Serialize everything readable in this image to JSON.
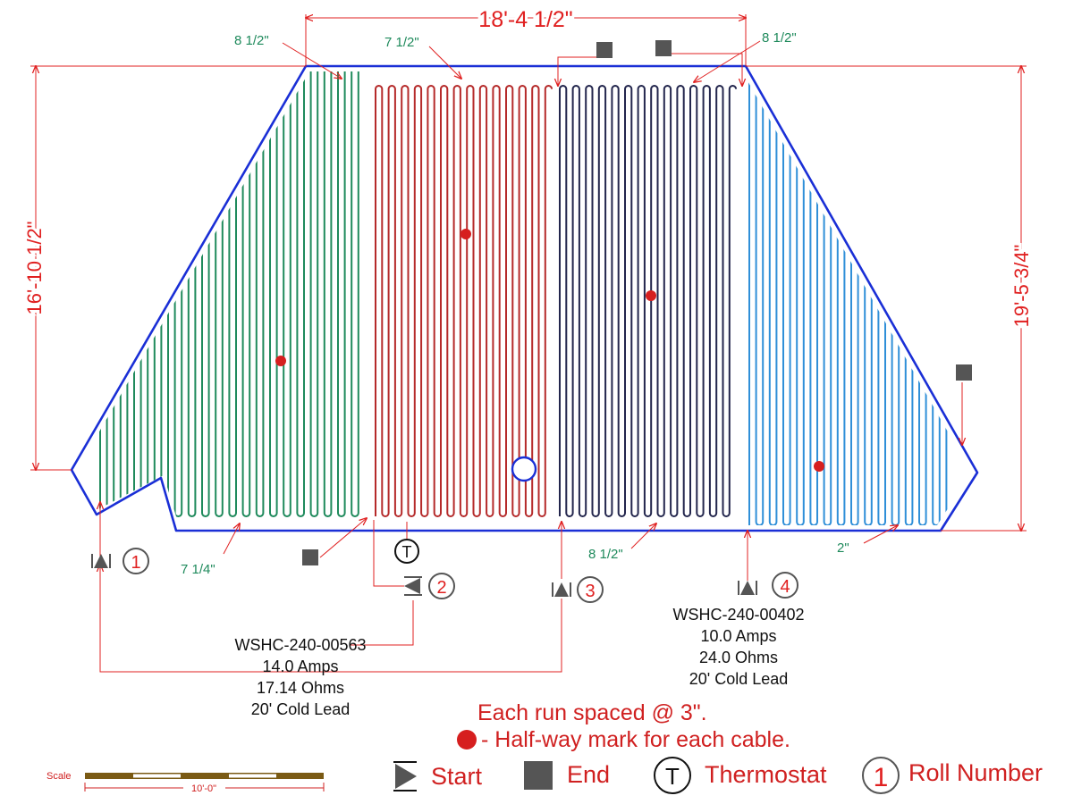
{
  "dimensions": {
    "top_width": "18'-4 1/2\"",
    "left_height": "16'-10 1/2\"",
    "right_height": "19'-5 3/4\""
  },
  "spacing_labels": {
    "top_left": "8 1/2\"",
    "top_middle": "7 1/2\"",
    "top_right": "8 1/2\"",
    "bottom_left": "7 1/4\"",
    "bottom_middle": "8 1/2\"",
    "bottom_right": "2\""
  },
  "rolls": [
    {
      "number": "1",
      "color": "#1f8a5c"
    },
    {
      "number": "2",
      "color": "#b52a2a"
    },
    {
      "number": "3",
      "color": "#23264d"
    },
    {
      "number": "4",
      "color": "#2f8fd8"
    }
  ],
  "thermostat_symbol": "T",
  "cable_spec_left": {
    "model": "WSHC-240-00563",
    "amps": "14.0  Amps",
    "ohms": "17.14 Ohms",
    "lead": "20' Cold Lead"
  },
  "cable_spec_right": {
    "model": "WSHC-240-00402",
    "amps": "10.0  Amps",
    "ohms": "24.0 Ohms",
    "lead": "20' Cold Lead"
  },
  "notes": {
    "spacing": "Each run spaced @ 3\".",
    "halfway": "- Half-way mark for each cable."
  },
  "legend": {
    "start": "Start",
    "end": "End",
    "thermostat_symbol": "T",
    "thermostat": "Thermostat",
    "roll_symbol": "1",
    "roll": "Roll Number"
  },
  "scale": {
    "label": "Scale",
    "length": "10'-0\""
  },
  "colors": {
    "outline": "#1a2fd6",
    "dimension": "#e02020",
    "halfway_mark": "#d61f1f",
    "marker_gray": "#555555",
    "scale_bar": "#7a5a14"
  },
  "icons": [
    "start-triangle-icon",
    "end-square-icon",
    "thermostat-icon",
    "roll-number-icon",
    "halfway-dot-icon"
  ]
}
